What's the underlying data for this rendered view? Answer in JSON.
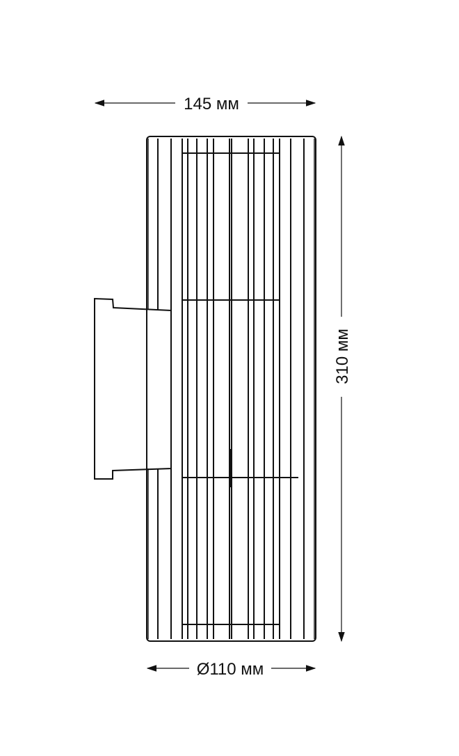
{
  "drawing": {
    "dimensions": {
      "width": "145 мм",
      "height": "310 мм",
      "diameter": "Ø110 мм"
    },
    "line_color": "#111111",
    "background": "#ffffff"
  }
}
